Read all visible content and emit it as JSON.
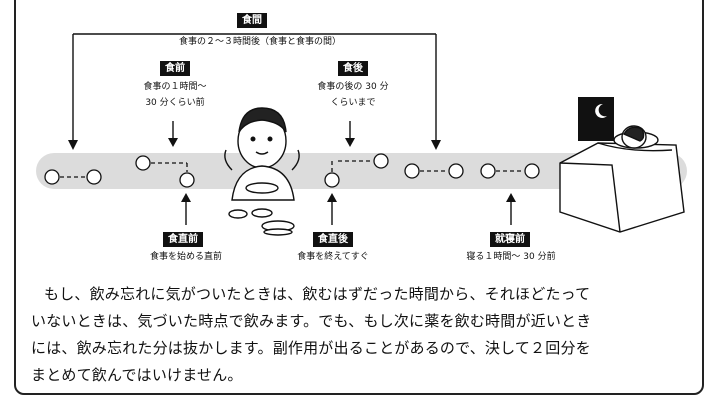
{
  "labels": {
    "shokukan": "食間",
    "shokukan_desc": "食事の２～３時間後（食事と食事の間）",
    "shokuzen": "食前",
    "shokuzen_desc_1": "食事の１時間～",
    "shokuzen_desc_2": "30 分くらい前",
    "shokugo": "食後",
    "shokugo_desc_1": "食事の後の 30 分",
    "shokugo_desc_2": "くらいまで",
    "shokuchokuzen": "食直前",
    "shokuchokuzen_desc": "食事を始める直前",
    "shokuchokugo": "食直後",
    "shokuchokugo_desc": "食事を終えてすぐ",
    "shushinzen": "就寝前",
    "shushinzen_desc": "寝る１時間～ 30 分前"
  },
  "paragraph": {
    "line1": "もし、飲み忘れに気がついたときは、飲むはずだった時間から、それほどたって",
    "line2": "いないときは、気づいた時点で飲みます。でも、もし次に薬を飲む時間が近いとき",
    "line3": "には、飲み忘れた分は抜かします。副作用が出ることがあるので、決して２回分を",
    "line4": "まとめて飲んではいけません。"
  }
}
